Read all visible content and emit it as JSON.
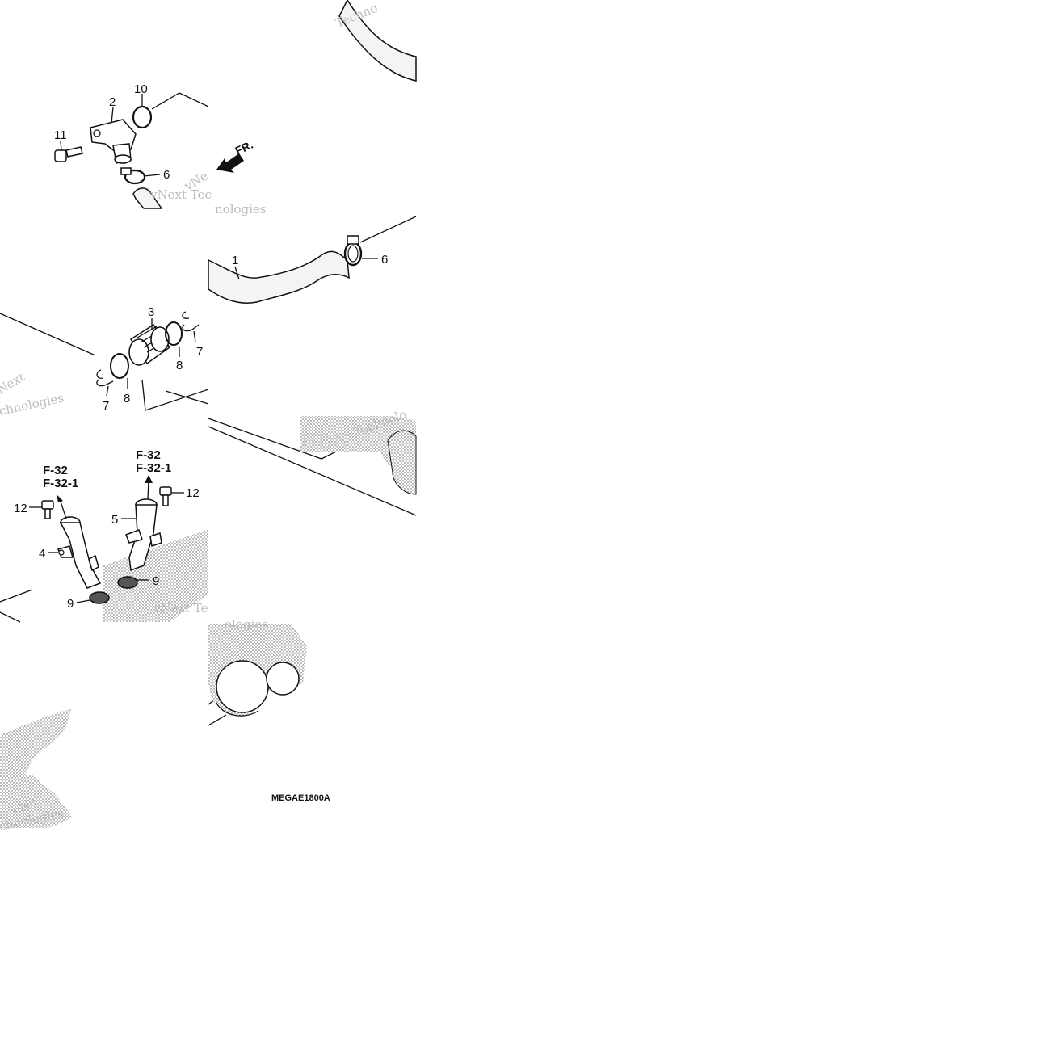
{
  "diagram": {
    "callouts": {
      "c1": "1",
      "c2": "2",
      "c3": "3",
      "c4": "4",
      "c5": "5",
      "c6a": "6",
      "c6b": "6",
      "c7a": "7",
      "c7b": "7",
      "c8a": "8",
      "c8b": "8",
      "c9a": "9",
      "c9b": "9",
      "c10": "10",
      "c11": "11",
      "c12a": "12",
      "c12b": "12"
    },
    "references": {
      "left_line1": "F-32",
      "left_line2": "F-32-1",
      "right_line1": "F-32",
      "right_line2": "F-32-1"
    },
    "front_arrow_label": "FR.",
    "diagram_code": "MEGAE1800A",
    "watermarks": {
      "w1": "Techno",
      "w2": "vNext Tec",
      "w3": "nologies",
      "w4": "vNe",
      "w5": "Next",
      "w6": "chnologies",
      "w7": "Technolo",
      "w8": "vNext Te",
      "w9": "ologies",
      "w10": "vNe",
      "w11": "chnologies",
      "w12": "HDN"
    }
  }
}
